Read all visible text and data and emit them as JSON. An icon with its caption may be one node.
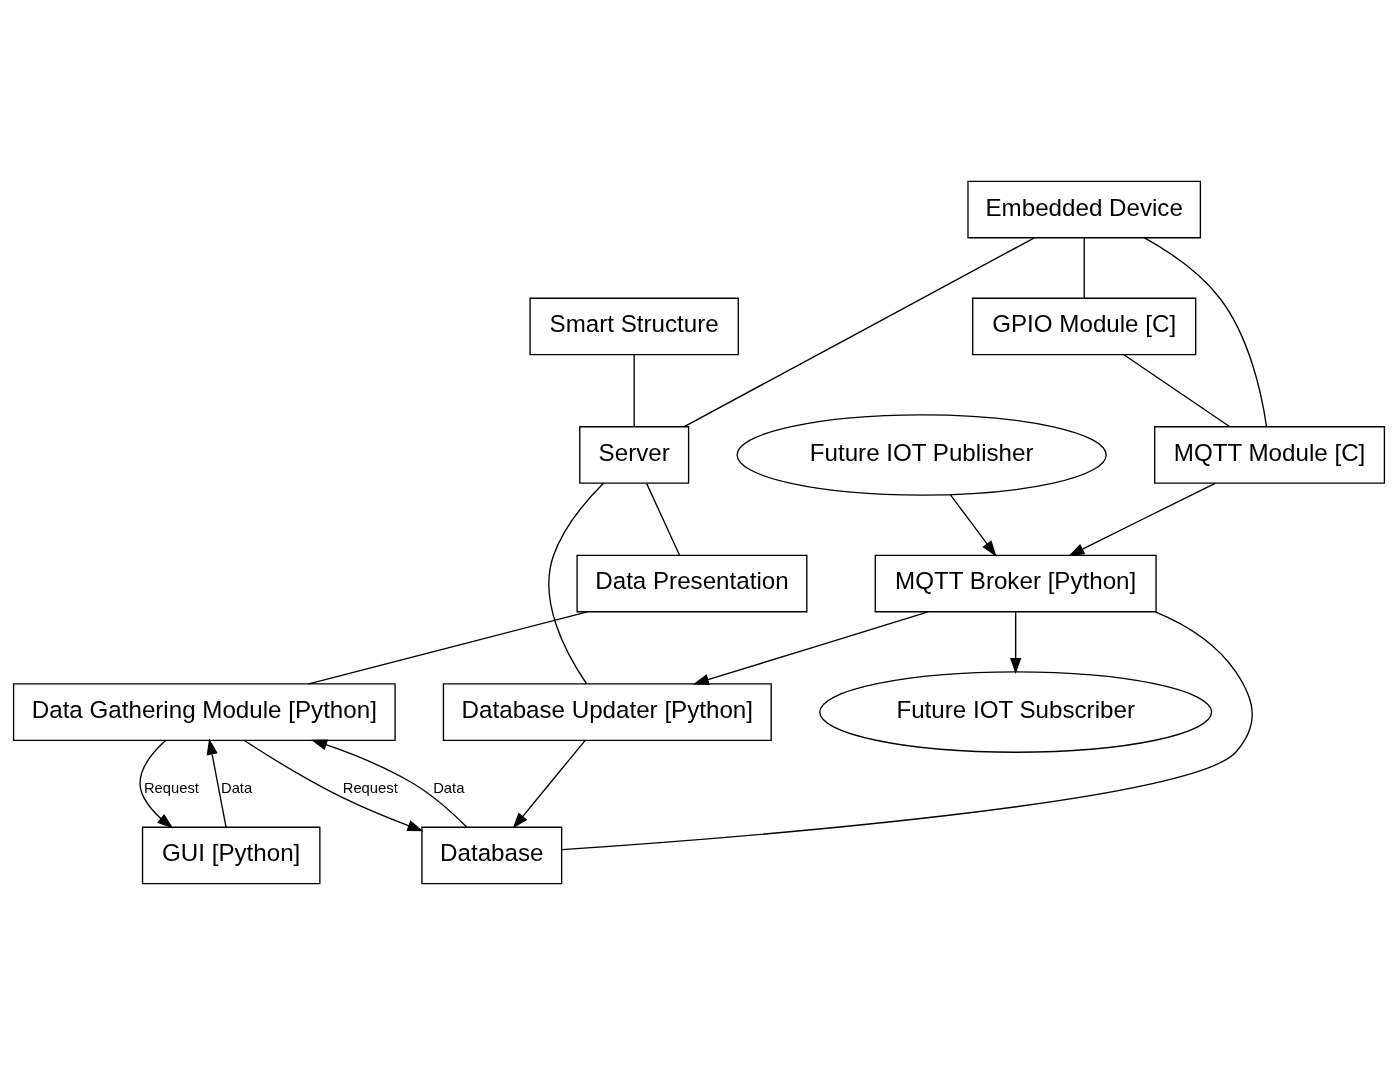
{
  "diagram": {
    "nodes": [
      {
        "text": [
          "Smart Structure"
        ]
      },
      {
        "text": [
          "Embedded Device"
        ]
      },
      {
        "text": [
          "Server"
        ]
      },
      {
        "text": [
          "Data Presentation"
        ]
      },
      {
        "text": [
          "GPIO Module [C]"
        ]
      },
      {
        "text": [
          "MQTT Module [C]"
        ]
      },
      {
        "text": [
          "Database Updater [Python]"
        ]
      },
      {
        "text": [
          "MQTT Broker [Python]"
        ]
      },
      {
        "text": [
          "Database"
        ]
      },
      {
        "text": [
          "Future IOT Publisher"
        ]
      },
      {
        "text": [
          "Future IOT Subscriber"
        ]
      },
      {
        "text": [
          "Data Gathering Module [Python]"
        ]
      },
      {
        "text": [
          "GUI [Python]"
        ]
      }
    ],
    "edges": [
      {
        "from": 0,
        "to": 2,
        "arrow": "none"
      },
      {
        "from": 1,
        "to": 2,
        "arrow": "none"
      },
      {
        "from": 2,
        "to": 3,
        "arrow": "none"
      },
      {
        "from": 1,
        "to": 4,
        "arrow": "none"
      },
      {
        "from": 1,
        "to": 5,
        "arrow": "none"
      },
      {
        "from": 4,
        "to": 5,
        "arrow": "none"
      },
      {
        "from": 2,
        "to": 6,
        "arrow": "none"
      },
      {
        "from": 5,
        "to": 7,
        "arrow": "to"
      },
      {
        "from": 7,
        "to": 6,
        "arrow": "to"
      },
      {
        "from": 7,
        "to": 8,
        "arrow": "none"
      },
      {
        "from": 6,
        "to": 8,
        "arrow": "to"
      },
      {
        "from": 9,
        "to": 7,
        "arrow": "to"
      },
      {
        "from": 7,
        "to": 10,
        "arrow": "to"
      },
      {
        "from": 8,
        "to": 11,
        "arrow": "to",
        "label": "Data"
      },
      {
        "from": 11,
        "to": 8,
        "arrow": "to",
        "label": "Request"
      },
      {
        "from": 11,
        "to": 12,
        "arrow": "to",
        "label": "Request"
      },
      {
        "from": 12,
        "to": 11,
        "arrow": "to",
        "label": "Data"
      },
      {
        "from": 3,
        "to": 11,
        "arrow": "none"
      }
    ]
  }
}
